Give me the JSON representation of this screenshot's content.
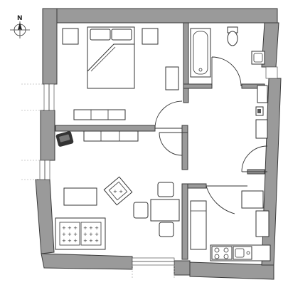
{
  "compass": {
    "north_label": "N"
  },
  "colors": {
    "wall": "#9a9a9a",
    "wall_outline": "#3a3a3a",
    "line": "#333333",
    "background": "#ffffff"
  },
  "rooms": [
    "bedroom",
    "bathroom",
    "hallway",
    "living-room",
    "kitchen"
  ],
  "icons": {
    "compass": "compass-icon",
    "bed": "double-bed-icon",
    "bathtub": "bathtub-icon",
    "toilet": "toilet-icon",
    "basin": "washbasin-icon",
    "armchair": "armchair-icon",
    "sofa": "sofa-icon",
    "stove": "stove-icon",
    "sink": "kitchen-sink-icon",
    "telephone": "telephone-icon"
  }
}
